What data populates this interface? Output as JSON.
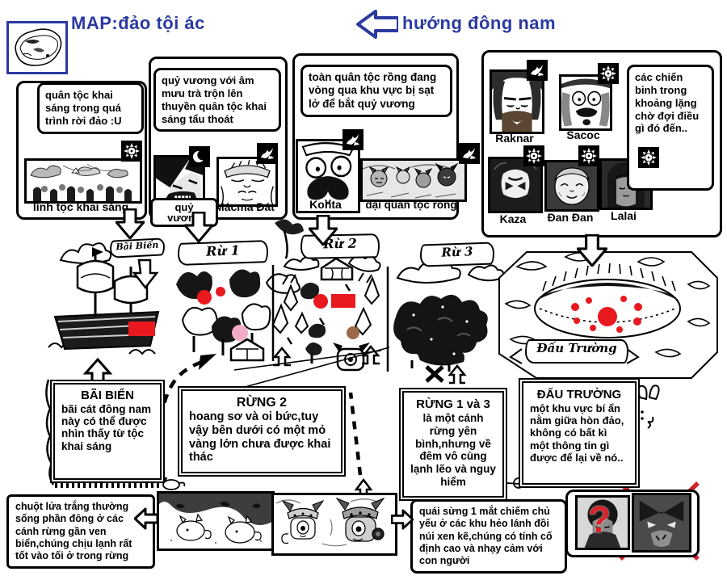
{
  "colors": {
    "accent_blue": "#2b3aa0",
    "marker_red": "#e8191f",
    "marker_pink": "#f2abc7",
    "marker_brown": "#9b6a49",
    "cross_red": "#d6242a"
  },
  "header": {
    "title": "MAP:đảo tội ác",
    "direction": "hướng đông nam"
  },
  "groups": [
    {
      "note": "quân tộc khai sáng trong quá trình rời đảo :U",
      "members": [
        {
          "name": "lính tộc khai sáng",
          "icon": "sun"
        }
      ]
    },
    {
      "note": "quỷ vương với âm mưu trà trộn lên thuyền quân tộc khai sáng tẩu thoát",
      "members": [
        {
          "name": "quỷ vương",
          "icon": "moon"
        },
        {
          "name": "Mácma Đát",
          "icon": "dragon"
        }
      ]
    },
    {
      "note": "toàn quân tộc rồng đang vòng qua khu vực bị sạt lở để bắt quỷ vương",
      "members": [
        {
          "name": "Konta",
          "icon": "dragon"
        },
        {
          "name": "đại quân tộc rồng",
          "icon": "dragon"
        }
      ]
    },
    {
      "note": "các chiến binh trong khoảng lặng chờ đợi điều gì đó đến..",
      "members": [
        {
          "name": "Raknar",
          "icon": "dragon"
        },
        {
          "name": "Sacoc",
          "icon": "sun"
        },
        {
          "name": "Kaza",
          "icon": "sun"
        },
        {
          "name": "Đan Đan",
          "icon": "sun"
        },
        {
          "name": "Lalai",
          "icon": "sun"
        }
      ]
    }
  ],
  "map_banners": {
    "beach": "Bãi Biển",
    "forest1": "Rừ 1",
    "forest2": "Rừ 2",
    "forest3": "Rừ 3",
    "arena": "Đấu Trường"
  },
  "regions": [
    {
      "title": "BÃI BIỂN",
      "body": "bãi cát đông nam này có thể được nhìn thấy từ tộc khai sáng"
    },
    {
      "title": "RỪNG 2",
      "body": "hoang sơ và oi bức,tuy vậy bên dưới có một mỏ vàng lớn chưa được khai thác"
    },
    {
      "title": "RỪNG 1 và 3",
      "body": "là một cánh rừng yên bình,nhưng về đêm vô cùng lạnh lẽo và nguy hiểm"
    },
    {
      "title": "ĐẤU TRƯỜNG",
      "body": "một khu vực bí ẩn nằm giữa hòn đảo, không có bất kì một thông tin gì được để lại về nó.."
    }
  ],
  "creature_notes": [
    {
      "text": "chuột lửa trắng thường sống phần đông ở các cánh rừng gần ven biển,chúng chịu lạnh rất tốt vào tối ở trong rừng"
    },
    {
      "text": "quái sừng 1 mắt chiếm chủ yếu ở các khu hẻo lánh đồi núi xen kẽ,chúng có tính cố định cao và nhạy cảm với con người"
    }
  ],
  "unknown": {
    "mark": "?"
  }
}
